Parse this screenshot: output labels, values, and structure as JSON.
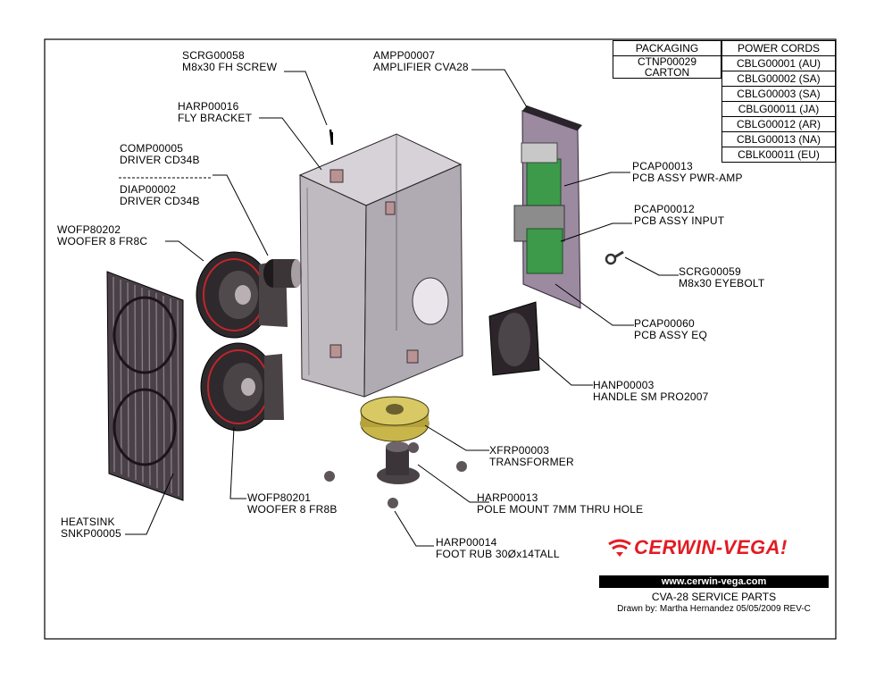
{
  "packaging": {
    "header": "PACKAGING",
    "part": "CTNP00029",
    "description": "CARTON"
  },
  "power_cords": {
    "header": "POWER CORDS",
    "items": [
      "CBLG00001 (AU)",
      "CBLG00002 (SA)",
      "CBLG00003 (SA)",
      "CBLG00011 (JA)",
      "CBLG00012 (AR)",
      "CBLG00013 (NA)",
      "CBLK00011 (EU)"
    ]
  },
  "callouts": {
    "screw": {
      "part": "SCRG00058",
      "desc": "M8x30 FH SCREW"
    },
    "amplifier": {
      "part": "AMPP00007",
      "desc": "AMPLIFIER CVA28"
    },
    "fly_bracket": {
      "part": "HARP00016",
      "desc": "FLY BRACKET"
    },
    "driver": {
      "part": "COMP00005",
      "desc": "DRIVER CD34B"
    },
    "diaphragm": {
      "part": "DIAP00002",
      "desc": "DRIVER CD34B"
    },
    "woofer_top": {
      "part": "WOFP80202",
      "desc": "WOOFER 8 FR8C"
    },
    "pcb_pwr": {
      "part": "PCAP00013",
      "desc": "PCB ASSY PWR-AMP"
    },
    "pcb_input": {
      "part": "PCAP00012",
      "desc": "PCB ASSY INPUT"
    },
    "eyebolt": {
      "part": "SCRG00059",
      "desc": "M8x30 EYEBOLT"
    },
    "pcb_eq": {
      "part": "PCAP00060",
      "desc": "PCB ASSY EQ"
    },
    "handle": {
      "part": "HANP00003",
      "desc": "HANDLE SM PRO2007"
    },
    "transformer": {
      "part": "XFRP00003",
      "desc": "TRANSFORMER"
    },
    "pole_mount": {
      "part": "HARP00013",
      "desc": "POLE MOUNT 7MM THRU HOLE"
    },
    "woofer_bottom": {
      "part": "WOFP80201",
      "desc": "WOOFER 8 FR8B"
    },
    "heatsink": {
      "part": "HEATSINK",
      "desc": "SNKP00005"
    },
    "foot": {
      "part": "HARP00014",
      "desc": "FOOT RUB 30Øx14TALL"
    }
  },
  "title_block": {
    "brand": "CERWIN-VEGA!",
    "url": "www.cerwin-vega.com",
    "title": "CVA-28 SERVICE PARTS",
    "drawn_by": "Drawn by: Martha Hernandez 05/05/2009 REV-C"
  },
  "colors": {
    "brand_red": "#e21b23",
    "cabinet": "#8a7f8c",
    "amp_panel": "#9b8aa0",
    "pcb_green": "#3c9a4a",
    "transformer": "#c9b64a"
  }
}
